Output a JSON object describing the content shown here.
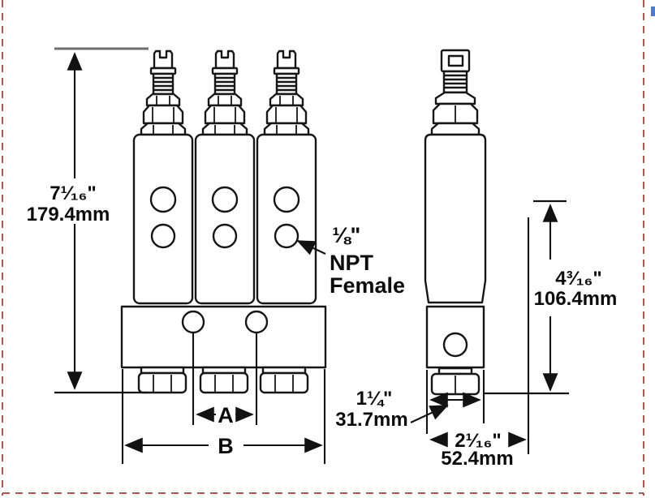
{
  "canvas": {
    "background": "#ffffff",
    "border_color": "#b85450",
    "line_color": "#161616",
    "artifact_color": "#4a7cc9"
  },
  "drawing": {
    "kind": "technical-dimension-drawing",
    "views": [
      "triple-valve-manifold-front",
      "single-valve-side"
    ]
  },
  "labels": {
    "assembly_height_in": "7¹⁄₁₆\"",
    "assembly_height_mm": "179.4mm",
    "port_size": "⅛\"",
    "port_thread_line1": "NPT",
    "port_thread_line2": "Female",
    "port_spacing": "A",
    "overall_width": "B",
    "single_height_in": "4³⁄₁₆\"",
    "single_height_mm": "106.4mm",
    "hex_width_in": "1¼\"",
    "hex_width_mm": "31.7mm",
    "single_width_in": "2¹⁄₁₆\"",
    "single_width_mm": "52.4mm"
  }
}
